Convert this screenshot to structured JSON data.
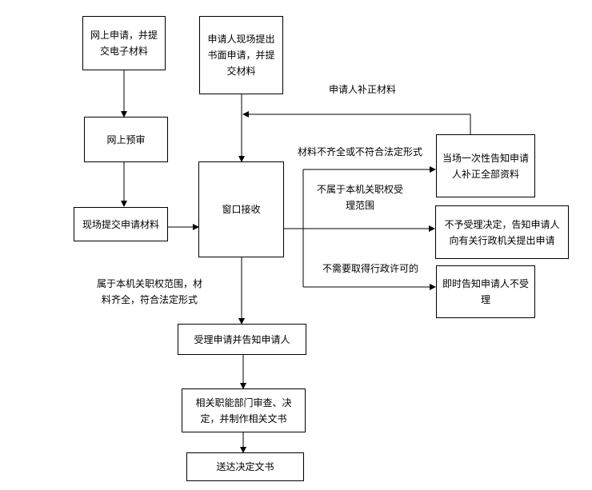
{
  "nodes": {
    "online_apply": "网上申请，并提交电子材料",
    "onsite_apply": "申请人现场提出书面申请，并提交材料",
    "online_pretrial": "网上预审",
    "onsite_submit": "现场提交申请材料",
    "window_receive": "窗口接收",
    "notify_once": "当场一次性告知申请人补正全部资料",
    "not_accept": "不予受理决定，告知申请人向有关行政机关提出申请",
    "notify_immediately": "即时告知申请人不受理",
    "accept_notify": "受理申请并告知申请人",
    "review_decide": "相关职能部门审查、决定，并制作相关文书",
    "deliver": "送达决定文书"
  },
  "labels": {
    "supplement": "申请人补正材料",
    "incomplete": "材料不齐全或不符合法定形式",
    "out_of_scope": "不属于本机关职权受理范围",
    "no_permit_needed": "不需要取得行政许可的",
    "in_scope": "属于本机关职权范围，材料齐全，符合法定形式"
  }
}
